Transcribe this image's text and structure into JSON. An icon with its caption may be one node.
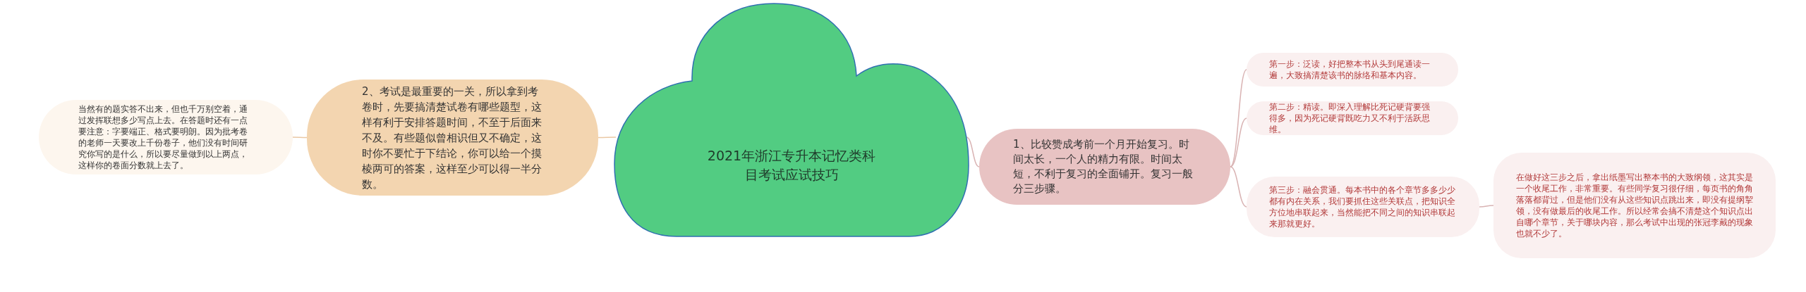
{
  "diagram": {
    "nodes": [
      {
        "text": [
          "2021年浙江专升本记忆类科目考试应试技巧"
        ]
      },
      {
        "text": [
          "1、比较赞成考前一个月开始复习。时间太长，一个人的精力有限。时间太短，不利于复习的全面铺开。复习一般分三步骤。"
        ]
      },
      {
        "text": [
          "第一步：泛读，好把整本书从头到尾通读一遍，大致搞清楚该书的脉络和基本内容。"
        ]
      },
      {
        "text": [
          "第二步：精读。即深入理解比死记硬背要强得多，因为死记硬背既吃力又不利于活跃思维。"
        ]
      },
      {
        "text": [
          "第三步：融会贯通。每本书中的各个章节多多少少都有内在关系，我们要抓住这些关联点，把知识全方位地串联起来，当然能把不同之间的知识串联起来那就更好。"
        ]
      },
      {
        "text": [
          "在做好这三步之后，拿出纸墨写出整本书的大致纲领，这其实是一个收尾工作，非常重要。有些同学复习很仔细，每页书的角角落落都背过，但是他们没有从这些知识点跳出来，即没有提纲挈领，没有做最后的收尾工作。所以经常会搞不清楚这个知识点出自哪个章节，关于哪块内容，那么考试中出现的张冠李戴的现象也就不少了。"
        ]
      },
      {
        "text": [
          "2、考试是最重要的一关，所以拿到考卷时，先要搞清楚试卷有哪些题型，这样有利于安排答题时间，不至于后面来不及。有些题似曾相识但又不确定，这时你不要忙于下结论，你可以给一个摸棱两可的答案，这样至少可以得一半分数。"
        ]
      },
      {
        "text": [
          "当然有的题实答不出来，但也千万别空着，通过发挥联想多少写点上去。在答题时还有一点要注意：字要端正、格式要明朗。因为批考卷的老师一天要改上千份卷子，他们没有时间研究你写的是什么，所以要尽量做到以上两点，这样你的卷面分数就上去了。"
        ]
      }
    ],
    "edges": [
      {
        "from": 0,
        "to": 1,
        "arrow": "none",
        "color": "#d9b3b3"
      },
      {
        "from": 1,
        "to": 2,
        "arrow": "none",
        "color": "#d9b3b3"
      },
      {
        "from": 1,
        "to": 3,
        "arrow": "none",
        "color": "#d9b3b3"
      },
      {
        "from": 1,
        "to": 4,
        "arrow": "none",
        "color": "#d9b3b3"
      },
      {
        "from": 4,
        "to": 5,
        "arrow": "none",
        "color": "#d9b3b3"
      },
      {
        "from": 0,
        "to": 6,
        "arrow": "none",
        "color": "#eac8a4"
      },
      {
        "from": 6,
        "to": 7,
        "arrow": "none",
        "color": "#eac8a4"
      }
    ]
  }
}
